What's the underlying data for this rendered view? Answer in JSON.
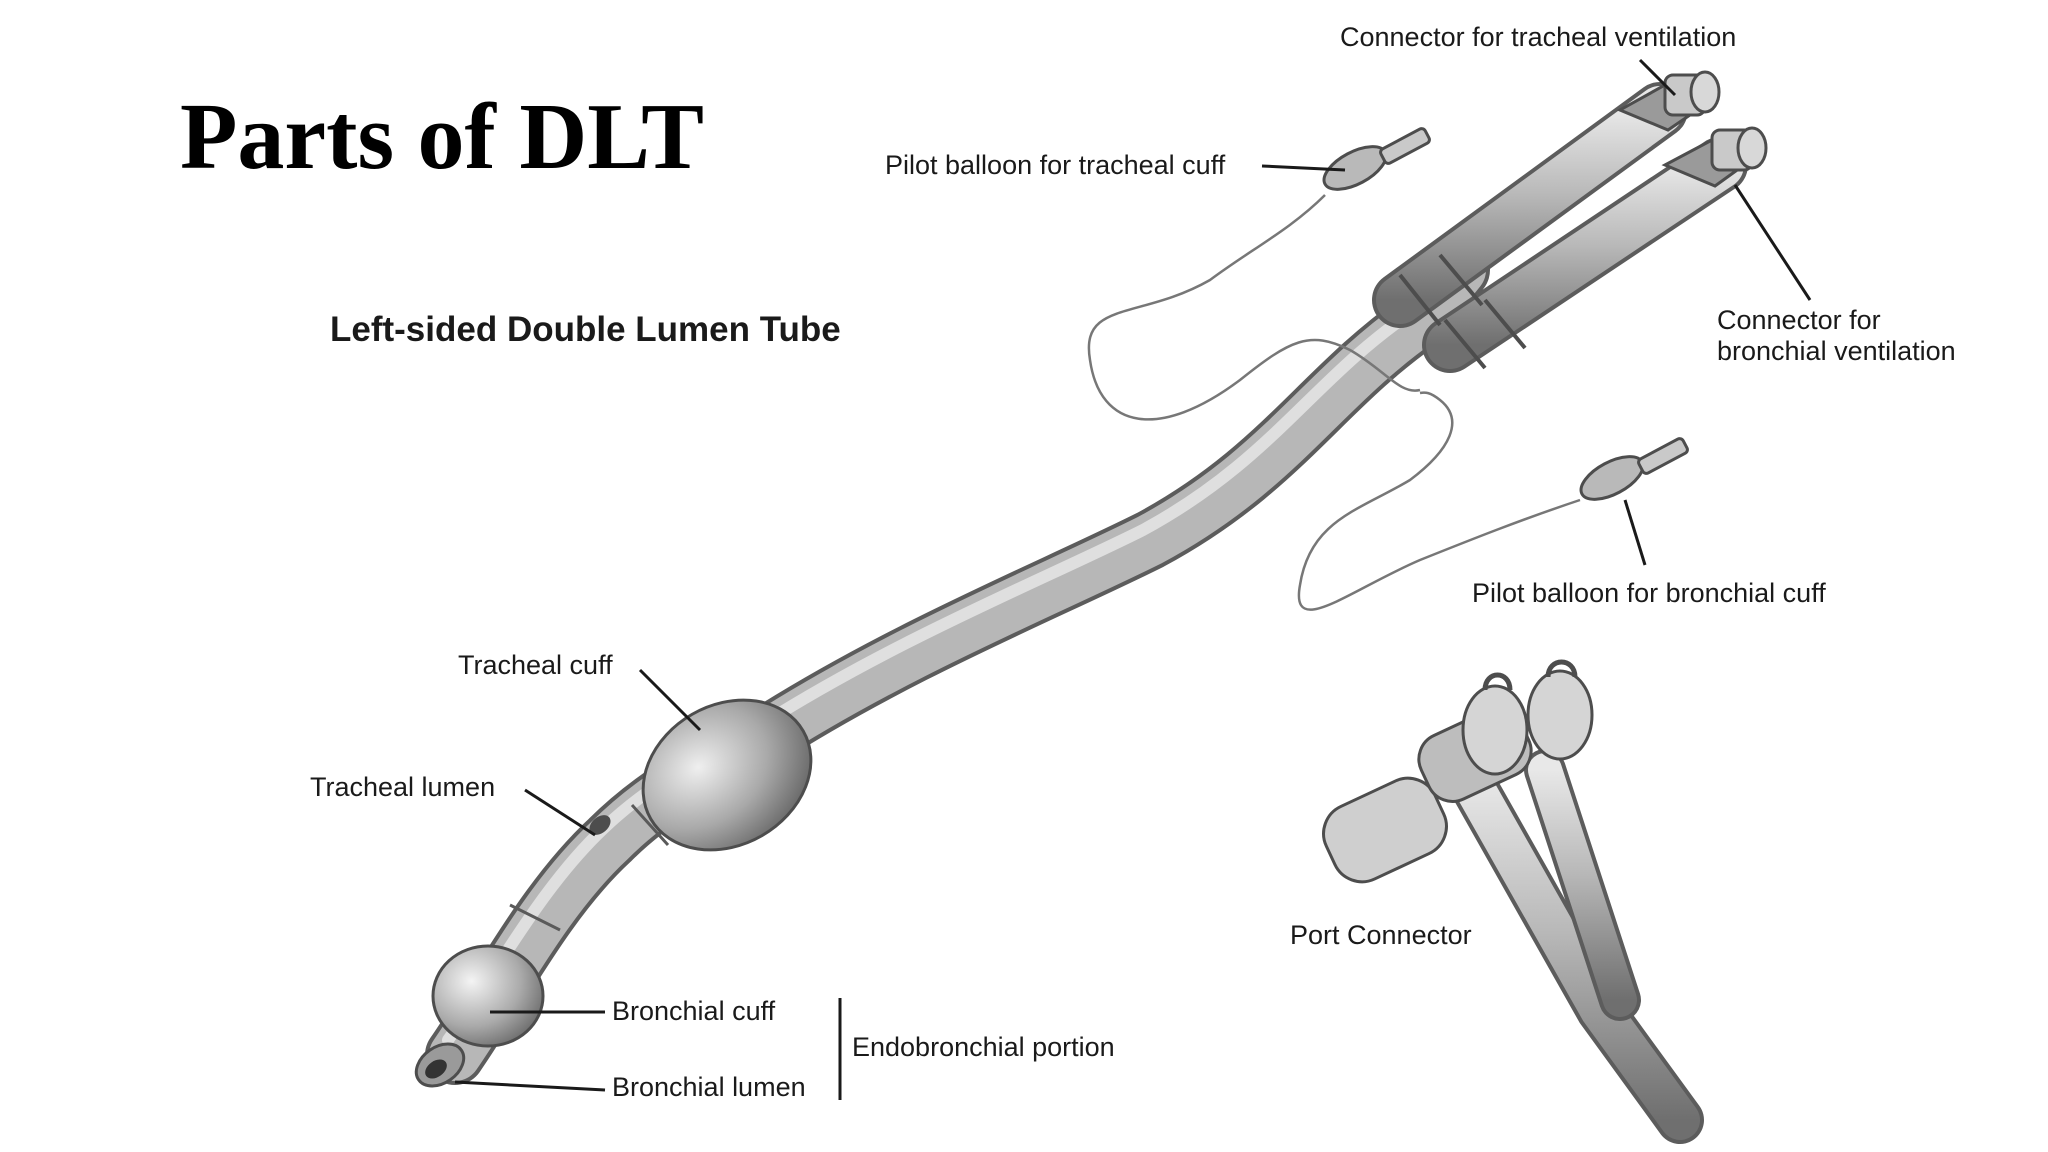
{
  "slide": {
    "title": "Parts of DLT",
    "subtitle": "Left-sided Double Lumen Tube"
  },
  "labels": {
    "connector_tracheal": "Connector for tracheal ventilation",
    "pilot_tracheal": "Pilot balloon for tracheal cuff",
    "connector_bronchial_1": "Connector for",
    "connector_bronchial_2": "bronchial ventilation",
    "pilot_bronchial": "Pilot balloon for bronchial cuff",
    "tracheal_cuff": "Tracheal cuff",
    "tracheal_lumen": "Tracheal lumen",
    "port_connector": "Port Connector",
    "bronchial_cuff": "Bronchial cuff",
    "bronchial_lumen": "Bronchial lumen",
    "endobronchial_portion": "Endobronchial portion"
  },
  "colors": {
    "tube": "#b3b3b3",
    "tube_dark": "#7a7a7a",
    "tube_light": "#e6e6e6",
    "leader": "#1a1a1a",
    "text": "#1a1a1a"
  }
}
